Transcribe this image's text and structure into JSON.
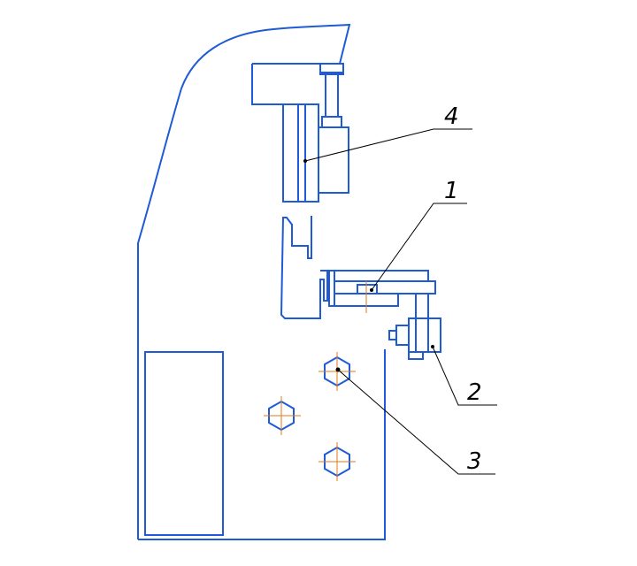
{
  "colors": {
    "outline": "#1f5bd6",
    "leader": "#000000",
    "centerline": "#e07a1a"
  },
  "callouts": {
    "c1": "1",
    "c2": "2",
    "c3": "3",
    "c4": "4"
  }
}
